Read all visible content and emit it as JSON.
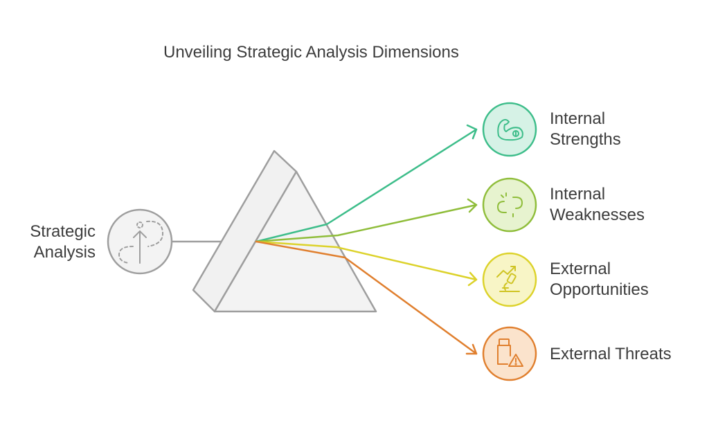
{
  "title": "Unveiling Strategic Analysis Dimensions",
  "source": {
    "line1": "Strategic",
    "line2": "Analysis",
    "icon": "upward-arrow-dashed-icon",
    "color": "#9e9e9e"
  },
  "outputs": [
    {
      "line1": "Internal",
      "line2": "Strengths",
      "icon": "flexed-arm-icon",
      "color": "#3dbd8a",
      "fill": "#d6f2e6"
    },
    {
      "line1": "Internal",
      "line2": "Weaknesses",
      "icon": "broken-link-icon",
      "color": "#8fbd3a",
      "fill": "#e7f3cf"
    },
    {
      "line1": "External",
      "line2": "Opportunities",
      "icon": "growth-microscope-icon",
      "color": "#dcd22a",
      "fill": "#f8f5c6"
    },
    {
      "line1": "External Threats",
      "line2": "",
      "icon": "usb-warning-icon",
      "color": "#e07f2e",
      "fill": "#fbe3cc"
    }
  ]
}
